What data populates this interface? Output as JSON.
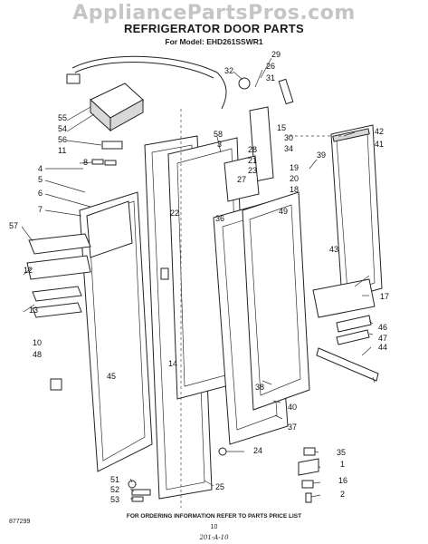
{
  "watermark": "AppliancePartsPros.com",
  "title": "REFRIGERATOR DOOR PARTS",
  "subtitle": "For Model: EHD261SSWR1",
  "footer": "FOR ORDERING INFORMATION REFER TO PARTS PRICE LIST",
  "page_number": "10",
  "code": "877299",
  "handwritten": "201-A-10",
  "callouts": [
    "29",
    "32",
    "26",
    "31",
    "55",
    "54",
    "56",
    "58",
    "3",
    "15",
    "11",
    "28",
    "30",
    "34",
    "42",
    "41",
    "39",
    "21",
    "23",
    "27",
    "4",
    "8",
    "19",
    "20",
    "18",
    "5",
    "6",
    "7",
    "22",
    "57",
    "36",
    "49",
    "43",
    "12",
    "17",
    "13",
    "46",
    "47",
    "10",
    "14",
    "44",
    "48",
    "45",
    "38",
    "40",
    "37",
    "35",
    "24",
    "1",
    "16",
    "2",
    "51",
    "52",
    "53",
    "25"
  ]
}
